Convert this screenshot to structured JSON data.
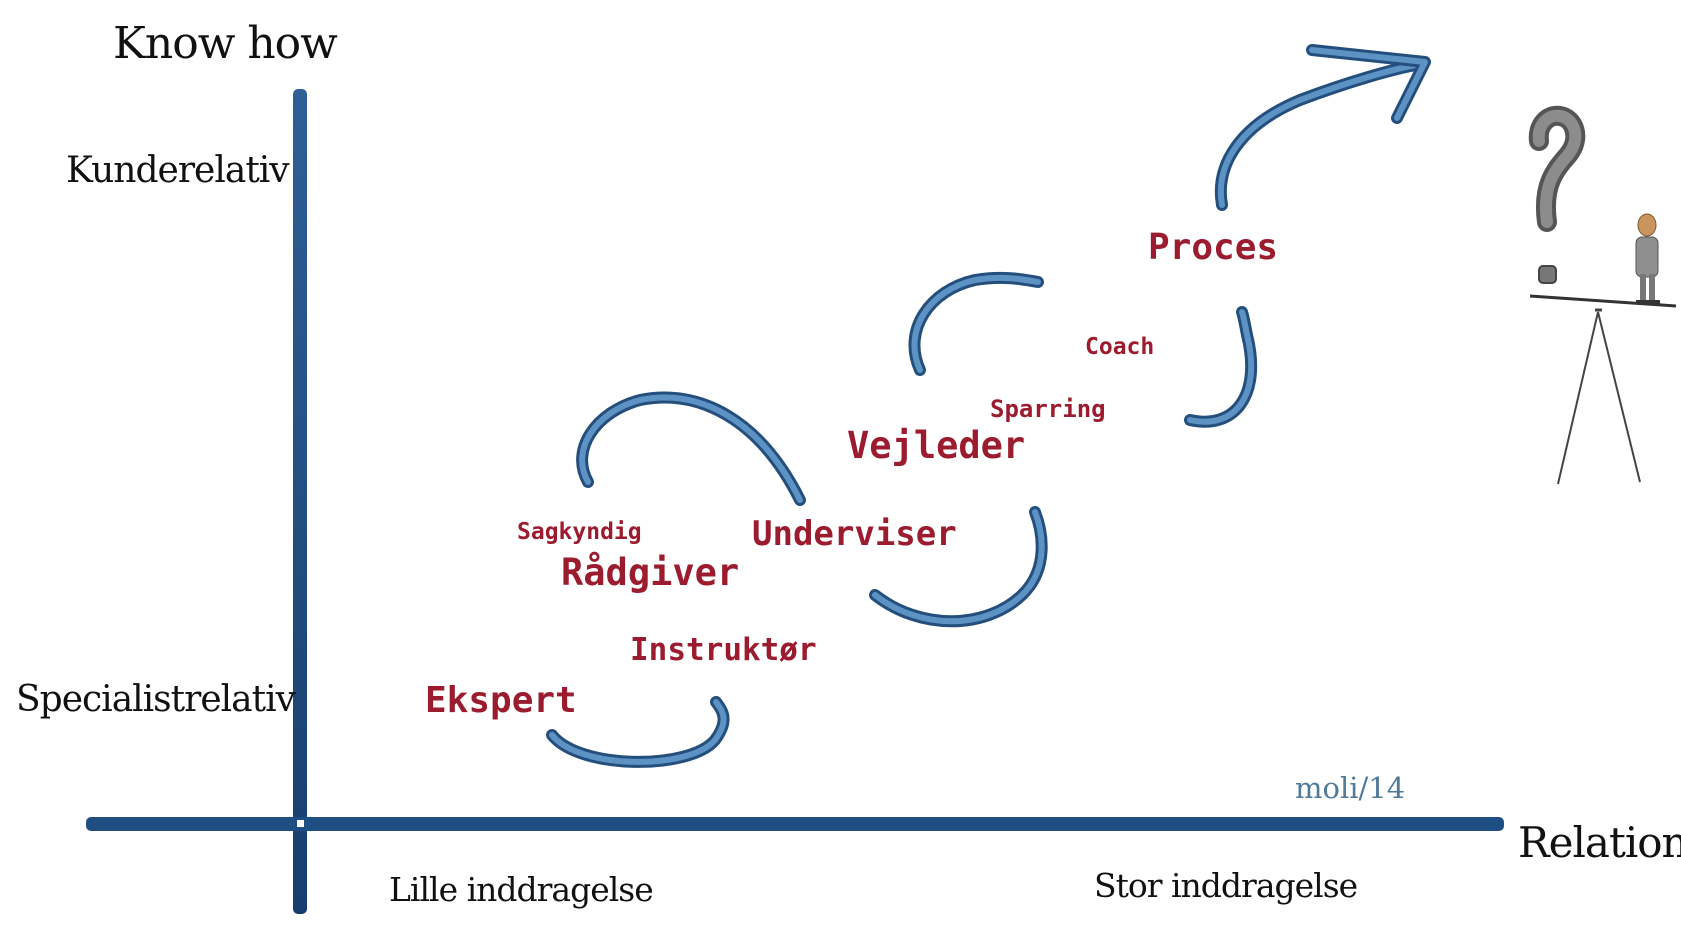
{
  "axes": {
    "y_title": "Know how",
    "y_top": "Kunderelativ",
    "y_bottom": "Specialistrelativ",
    "x_title": "Relation",
    "x_left": "Lille inddragelse",
    "x_right": "Stor inddragelse"
  },
  "roles": {
    "ekspert": "Ekspert",
    "instruktor": "Instruktør",
    "sagkyndig": "Sagkyndig",
    "radgiver": "Rådgiver",
    "underviser": "Underviser",
    "vejleder": "Vejleder",
    "sparring": "Sparring",
    "coach": "Coach",
    "proces": "Proces"
  },
  "signature": "moli/14",
  "colors": {
    "axis": "#1f4e82",
    "arrow": "#4a7fb0",
    "role_text": "#9b1c2e"
  },
  "icons": [
    "question-mark-icon",
    "person-icon",
    "seesaw-icon"
  ]
}
